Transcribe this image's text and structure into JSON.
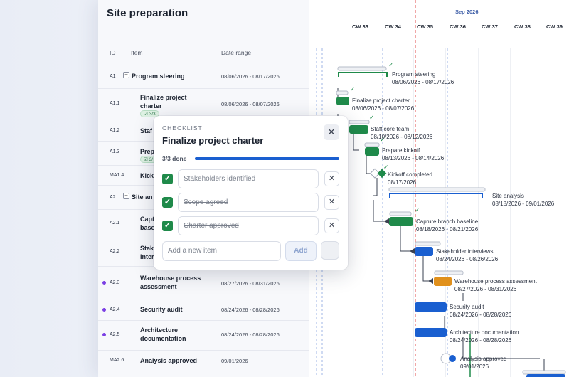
{
  "title": "Site preparation",
  "grid": {
    "columns": {
      "id": "ID",
      "item": "Item",
      "date": "Date range"
    },
    "rows": [
      {
        "id": "A1",
        "name": "Program steering",
        "date": "08/06/2026 - 08/17/2026"
      },
      {
        "id": "A1.1",
        "name": "Finalize project charter",
        "date": "08/06/2026 - 08/07/2026",
        "chip": "3/3"
      },
      {
        "id": "A1.2",
        "name": "Staff core team",
        "date": ""
      },
      {
        "id": "A1.3",
        "name": "Prepare kickoff",
        "date": "",
        "chip": "3/"
      },
      {
        "id": "MA1.4",
        "name": "Kickoff completed",
        "date": ""
      },
      {
        "id": "A2",
        "name": "Site analysis",
        "date": ""
      },
      {
        "id": "A2.1",
        "name": "Capture branch baseline",
        "date": ""
      },
      {
        "id": "A2.2",
        "name": "Stakeholder interviews",
        "date": ""
      },
      {
        "id": "A2.3",
        "name": "Warehouse process assessment",
        "date": "08/27/2026 - 08/31/2026"
      },
      {
        "id": "A2.4",
        "name": "Security audit",
        "date": "08/24/2026 - 08/28/2026"
      },
      {
        "id": "A2.5",
        "name": "Architecture documentation",
        "date": "08/24/2026 - 08/28/2026"
      },
      {
        "id": "MA2.6",
        "name": "Analysis approved",
        "date": "09/01/2026"
      }
    ],
    "partial_names": {
      "a12": "Staf",
      "a13": "Prep",
      "a14": "Kick",
      "a2": "Site an",
      "a21a": "Captu",
      "a21b": "base",
      "a22a": "Stake",
      "a22b": "inter"
    }
  },
  "gantt": {
    "month": "Sep 2026",
    "weeks": [
      "CW 33",
      "CW 34",
      "CW 35",
      "CW 36",
      "CW 37",
      "CW 38",
      "CW 39"
    ],
    "labels": [
      {
        "name": "Program steering",
        "date": "08/06/2026 - 08/17/2026"
      },
      {
        "name": "Finalize project charter",
        "date": "08/06/2026 - 08/07/2026"
      },
      {
        "name": "Staff core team",
        "date": "08/10/2026 - 08/12/2026"
      },
      {
        "name": "Prepare kickoff",
        "date": "08/13/2026 - 08/14/2026"
      },
      {
        "name": "Kickoff completed",
        "date": "08/17/2026"
      },
      {
        "name": "Site analysis",
        "date": "08/18/2026 - 09/01/2026"
      },
      {
        "name": "Capture branch baseline",
        "date": "08/18/2026 - 08/21/2026"
      },
      {
        "name": "Stakeholder interviews",
        "date": "08/24/2026 - 08/26/2026"
      },
      {
        "name": "Warehouse process assessment",
        "date": "08/27/2026 - 08/31/2026"
      },
      {
        "name": "Security audit",
        "date": "08/24/2026 - 08/28/2026"
      },
      {
        "name": "Architecture documentation",
        "date": "08/24/2026 - 08/28/2026"
      },
      {
        "name": "Analysis approved",
        "date": "09/01/2026"
      }
    ]
  },
  "checklist": {
    "kicker": "CHECKLIST",
    "title": "Finalize project charter",
    "progress_text": "3/3 done",
    "progress_fraction": 1.0,
    "items": [
      "Stakeholders identified",
      "Scope agreed",
      "Charter approved"
    ],
    "new_placeholder": "Add a new item",
    "add_label": "Add",
    "close_glyph": "✕",
    "delete_glyph": "✕",
    "check_glyph": "✓"
  },
  "colors": {
    "green": "#1f8a4a",
    "blue": "#1a5fd0",
    "orange": "#e0901c",
    "today_line": "#e05050"
  }
}
